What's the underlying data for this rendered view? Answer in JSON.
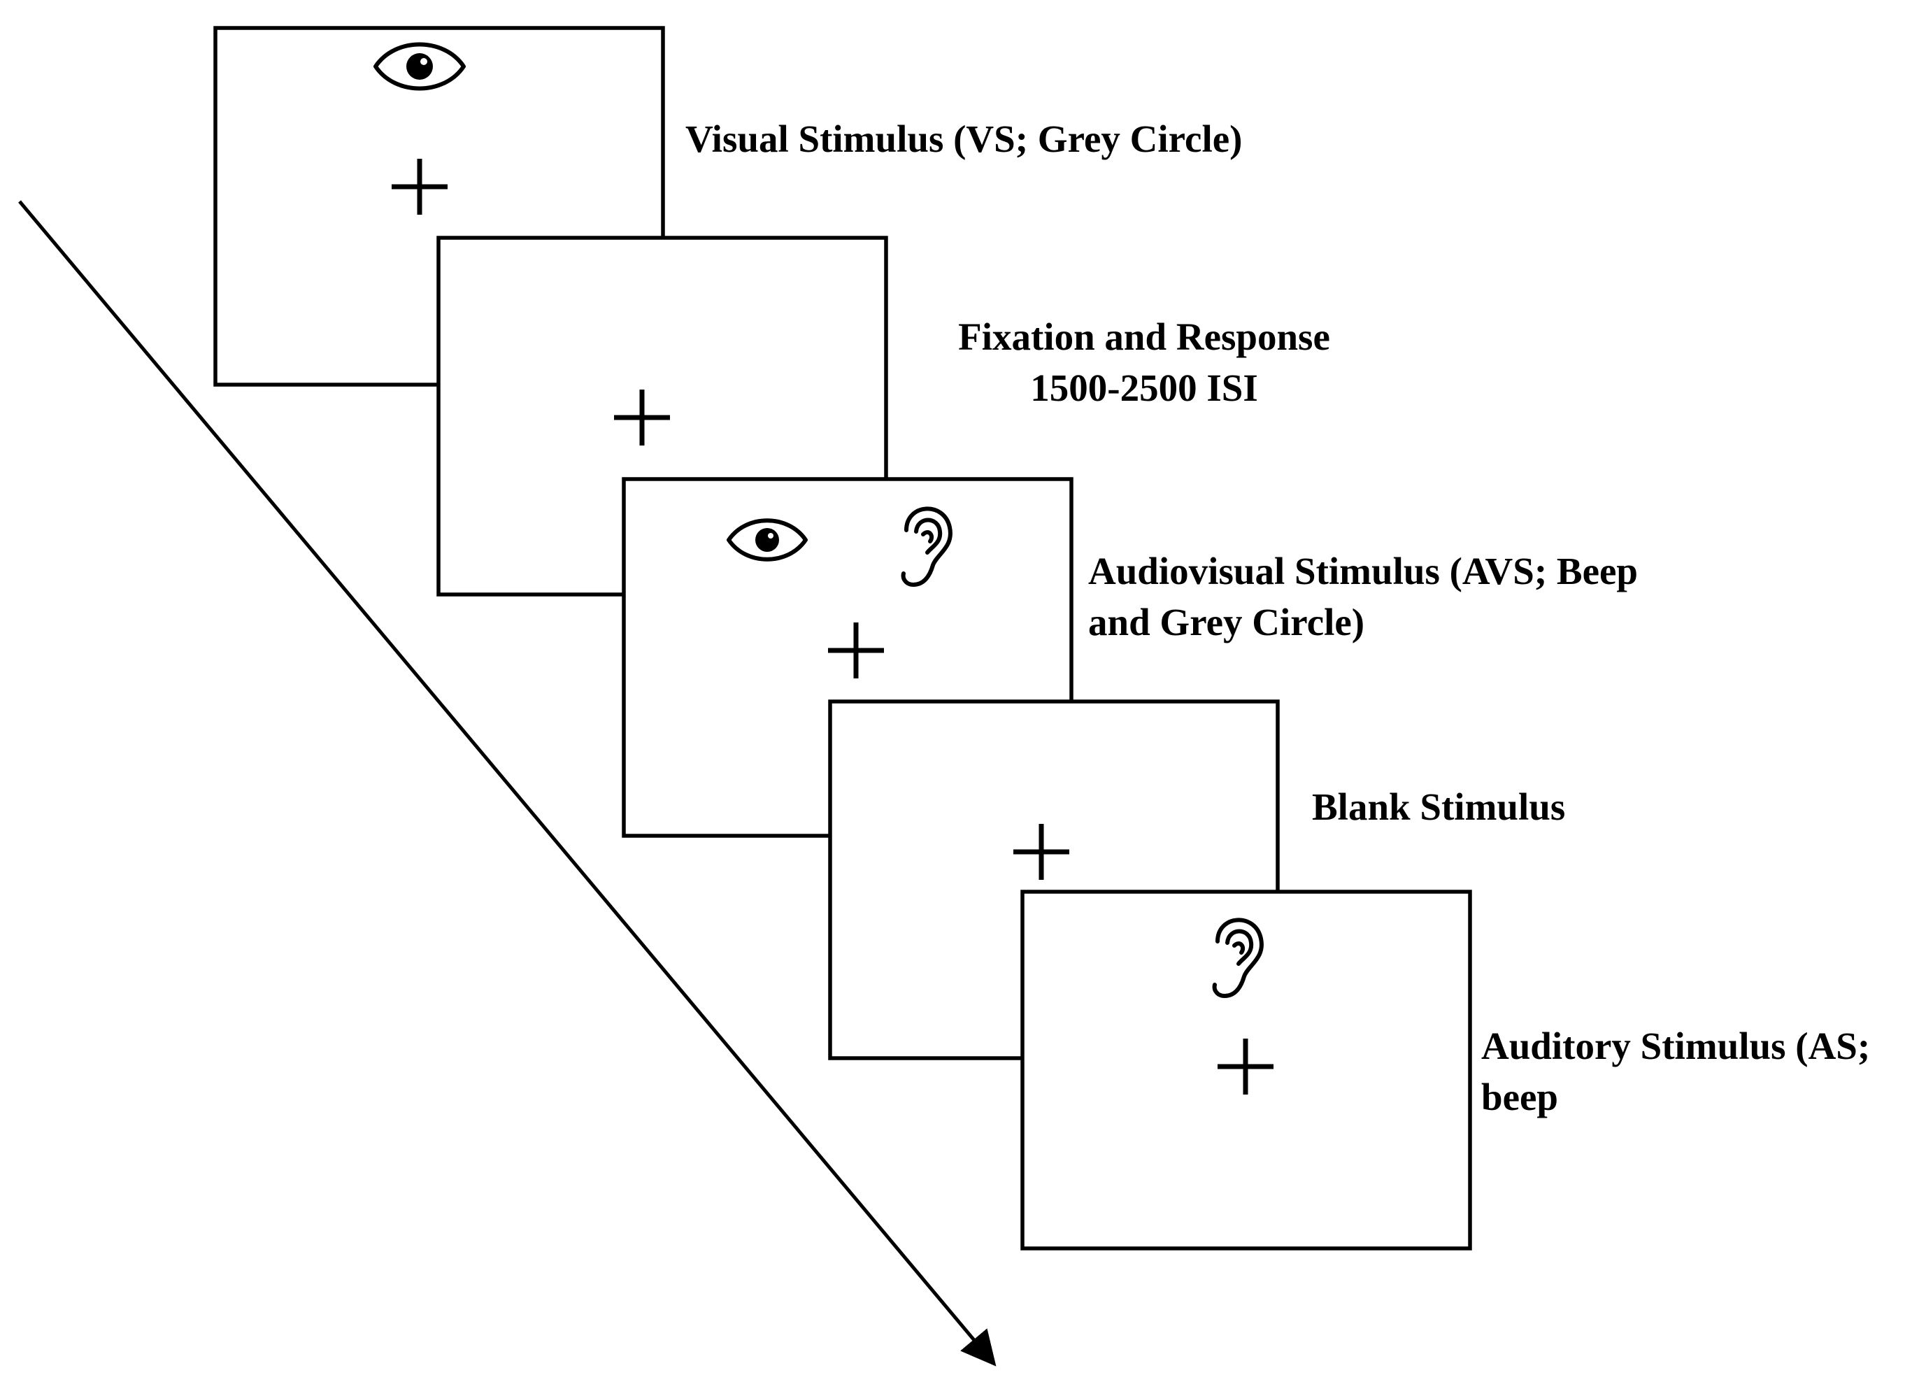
{
  "frames": [
    {
      "id": "visual",
      "icons": [
        "eye-icon"
      ],
      "label_lines": [
        "Visual Stimulus (VS; Grey Circle)"
      ]
    },
    {
      "id": "fixation",
      "icons": [],
      "label_lines": [
        "Fixation and Response",
        "1500-2500 ISI"
      ]
    },
    {
      "id": "audiovisual",
      "icons": [
        "eye-icon",
        "ear-icon"
      ],
      "label_lines": [
        "Audiovisual Stimulus (AVS; Beep",
        "and Grey Circle)"
      ]
    },
    {
      "id": "blank",
      "icons": [],
      "label_lines": [
        "Blank Stimulus"
      ]
    },
    {
      "id": "auditory",
      "icons": [
        "ear-icon"
      ],
      "label_lines": [
        "Auditory Stimulus (AS;",
        "beep"
      ]
    }
  ],
  "colors": {
    "stroke": "#000000",
    "background": "#ffffff"
  }
}
